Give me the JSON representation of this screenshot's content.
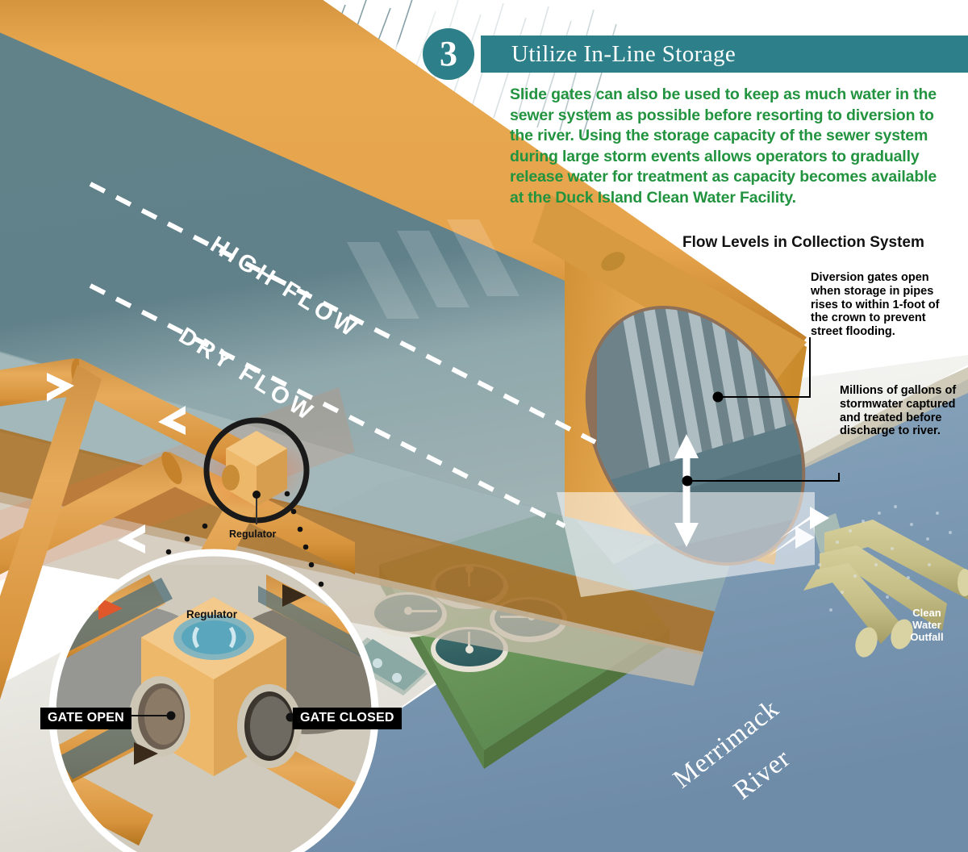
{
  "header": {
    "step_number": "3",
    "title": "Utilize In-Line Storage",
    "body": "Slide gates can also be used to keep as much water in the sewer system as possible before resorting to diversion to the river. Using the storage capacity of the sewer system during large storm events allows operators to gradually release water for treatment as capacity becomes available at the Duck Island Clean Water Facility.",
    "bar_color": "#2d8089",
    "body_color": "#22933f",
    "title_color": "#ffffff"
  },
  "diagram": {
    "flow_levels_title": "Flow Levels in Collection System",
    "callouts": [
      {
        "id": "diversion",
        "text": "Diversion gates open when storage in pipes rises to within 1-foot of the crown to prevent street flooding."
      },
      {
        "id": "millions",
        "text": "Millions of gallons of stormwater captured and treated before discharge to river."
      }
    ],
    "flow_lines": [
      {
        "id": "high-flow",
        "label": "HIGH FLOW"
      },
      {
        "id": "dry-flow",
        "label": "DRY FLOW"
      }
    ],
    "regulator_label": "Regulator",
    "regulator_detail_label": "Regulator",
    "gate_open_label": "GATE OPEN",
    "gate_closed_label": "GATE CLOSED",
    "outfall_label": "Clean\nWater\nOutfall",
    "outfall_label_lines": [
      "Clean",
      "Water",
      "Outfall"
    ],
    "river_label_lines": [
      "Merrimack",
      "River"
    ],
    "colors": {
      "pipe_orange": "#e3a34c",
      "pipe_orange_dark": "#b9761f",
      "pipe_wall_brown": "#8e7058",
      "water_teal": "#5d7d82",
      "water_teal_light": "#8aa7ac",
      "river_blue": "#7d9ab5",
      "land_green": "#6e9a5e",
      "land_tan": "#c9c2ad",
      "highlight_orange": "#e8643a",
      "outfall_pipe": "#c2bb85",
      "gate_black": "#000000"
    }
  }
}
